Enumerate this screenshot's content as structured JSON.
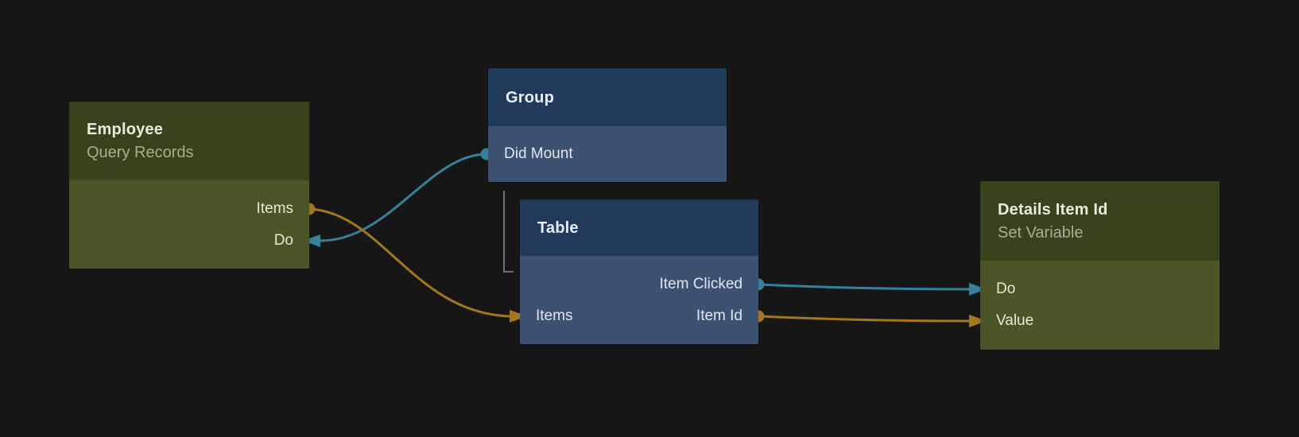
{
  "canvas": {
    "background": "#161616"
  },
  "colors": {
    "orange": "#a3771c",
    "teal": "#35809a",
    "green_header": "#37431d",
    "green_body": "#4b5528",
    "blue_header": "#203a59",
    "blue_body": "#3d5271",
    "bracket": "#707070"
  },
  "nodes": {
    "employee": {
      "title": "Employee",
      "subtitle": "Query Records",
      "ports": {
        "items": "Items",
        "do": "Do"
      }
    },
    "group": {
      "title": "Group",
      "ports": {
        "did_mount": "Did Mount"
      }
    },
    "table": {
      "title": "Table",
      "ports": {
        "item_clicked": "Item Clicked",
        "items": "Items",
        "item_id": "Item Id"
      }
    },
    "details": {
      "title": "Details Item Id",
      "subtitle": "Set Variable",
      "ports": {
        "do": "Do",
        "value": "Value"
      }
    }
  },
  "edges": [
    {
      "from": "group.did_mount",
      "to": "employee.do",
      "color": "teal"
    },
    {
      "from": "employee.items",
      "to": "table.items",
      "color": "orange"
    },
    {
      "from": "table.item_clicked",
      "to": "details.do",
      "color": "teal"
    },
    {
      "from": "table.item_id",
      "to": "details.value",
      "color": "orange"
    }
  ],
  "child_connector": {
    "parent": "group",
    "child": "table"
  }
}
